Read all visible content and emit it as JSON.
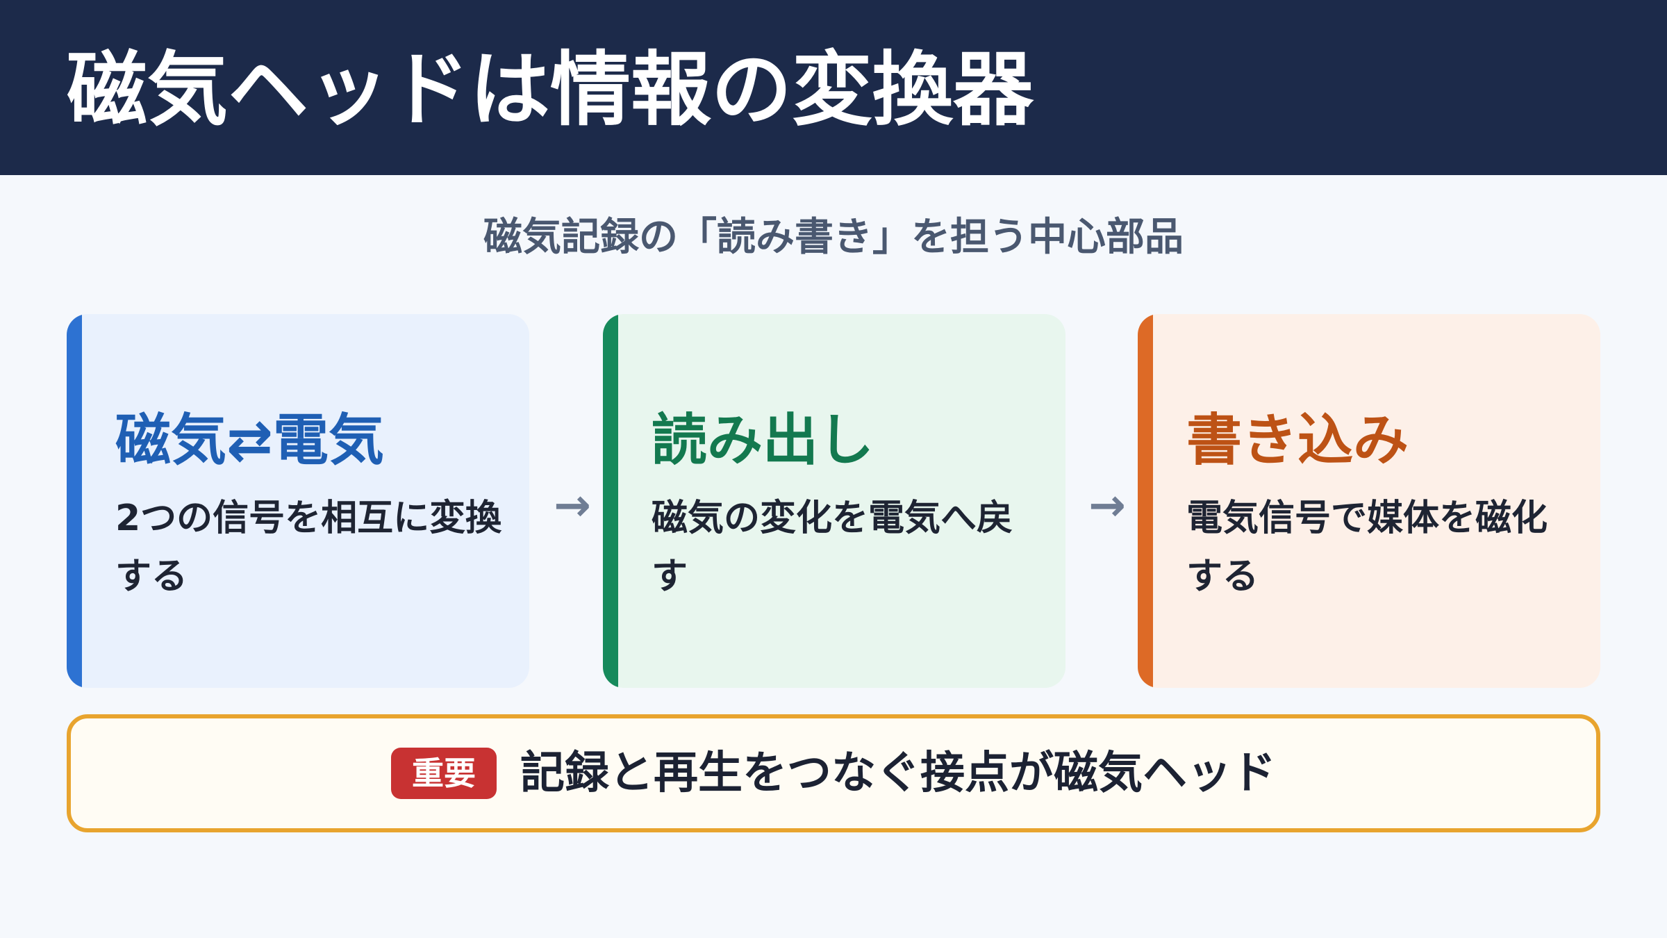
{
  "title": "磁気ヘッドは情報の変換器",
  "subtitle": "磁気記録の「読み書き」を担う中心部品",
  "cards": [
    {
      "title": "磁気⇄電気",
      "body": "2つの信号を相互に変換する"
    },
    {
      "title": "読み出し",
      "body": "磁気の変化を電気へ戻す"
    },
    {
      "title": "書き込み",
      "body": "電気信号で媒体を磁化する"
    }
  ],
  "arrows": [
    "→",
    "→"
  ],
  "callout": {
    "badge": "重要",
    "text": "記録と再生をつなぐ接点が磁気ヘッド"
  },
  "colors": {
    "header_bg": "#1c2a4a",
    "card1_accent": "#2d72d2",
    "card2_accent": "#178a5c",
    "card3_accent": "#dd6a26",
    "callout_border": "#e8a42e",
    "badge_bg": "#c83232"
  }
}
